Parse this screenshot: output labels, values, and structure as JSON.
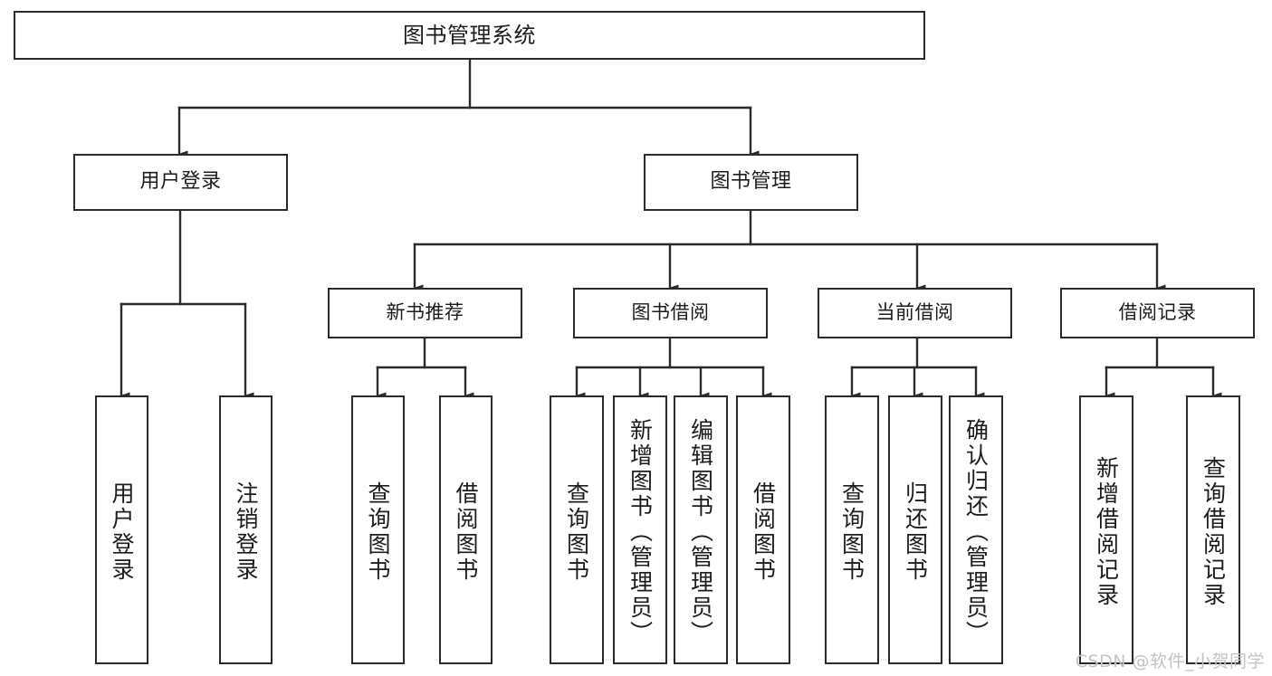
{
  "diagram": {
    "title": "图书管理系统",
    "type": "tree-hierarchy-chart",
    "stroke_color": "#2b2b2b",
    "fill_color": "#ffffff",
    "text_color": "#1c1c1c",
    "nodes": {
      "root": {
        "label": "图书管理系统"
      },
      "level2": [
        {
          "label": "用户登录"
        },
        {
          "label": "图书管理"
        }
      ],
      "level3": [
        {
          "label": "新书推荐"
        },
        {
          "label": "图书借阅"
        },
        {
          "label": "当前借阅"
        },
        {
          "label": "借阅记录"
        }
      ],
      "leaves": {
        "user_login": [
          {
            "label": "用户登录"
          },
          {
            "label": "注销登录"
          }
        ],
        "new_book_recommend": [
          {
            "label": "查询图书"
          },
          {
            "label": "借阅图书"
          }
        ],
        "book_borrow": [
          {
            "label": "查询图书"
          },
          {
            "label": "新增图书（管理员）"
          },
          {
            "label": "编辑图书（管理员）"
          },
          {
            "label": "借阅图书"
          }
        ],
        "current_borrow": [
          {
            "label": "查询图书"
          },
          {
            "label": "归还图书"
          },
          {
            "label": "确认归还（管理员）"
          }
        ],
        "borrow_record": [
          {
            "label": "新增借阅记录"
          },
          {
            "label": "查询借阅记录"
          }
        ]
      }
    }
  },
  "watermark": {
    "text": "CSDN @软件_小贺同学",
    "color": "#c4c4c4"
  }
}
